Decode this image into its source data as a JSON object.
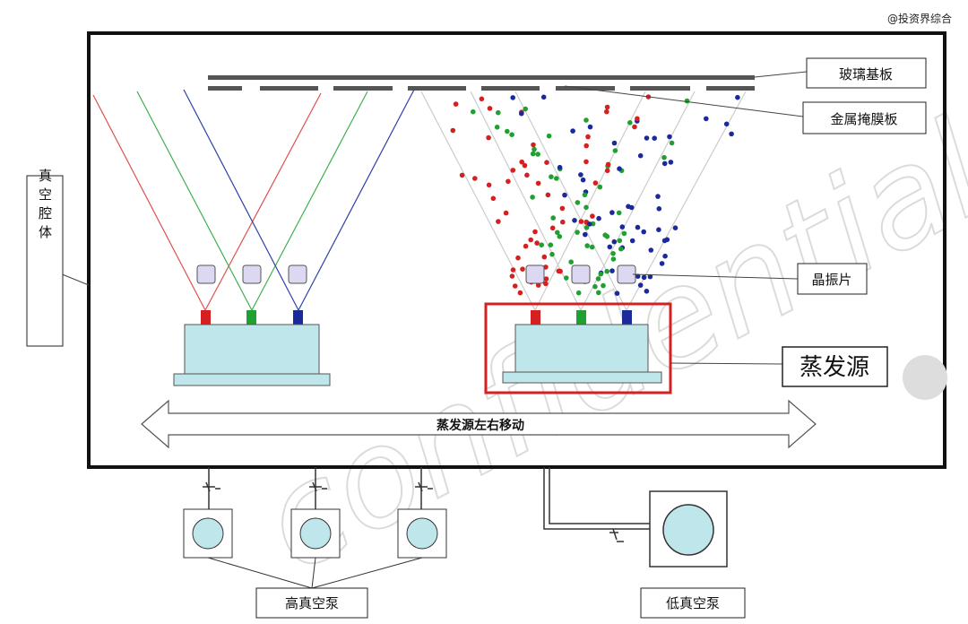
{
  "credit": "@投资界综合",
  "labels": {
    "glass_substrate": "玻璃基板",
    "metal_mask": "金属掩膜板",
    "vacuum_chamber": "真空腔体",
    "crystal_sensor": "晶振片",
    "evaporation_source": "蒸发源",
    "source_movement": "蒸发源左右移动",
    "high_vacuum_pump": "高真空泵",
    "low_vacuum_pump": "低真空泵"
  },
  "watermark": "confidential",
  "colors": {
    "red": "#d42020",
    "green": "#20a030",
    "blue": "#1a2a9a",
    "source_fill": "#bfe6ea",
    "crystal_fill": "#dcd8f2",
    "highlight_box": "#d42020",
    "pump_circle": "#bfe6ea"
  }
}
